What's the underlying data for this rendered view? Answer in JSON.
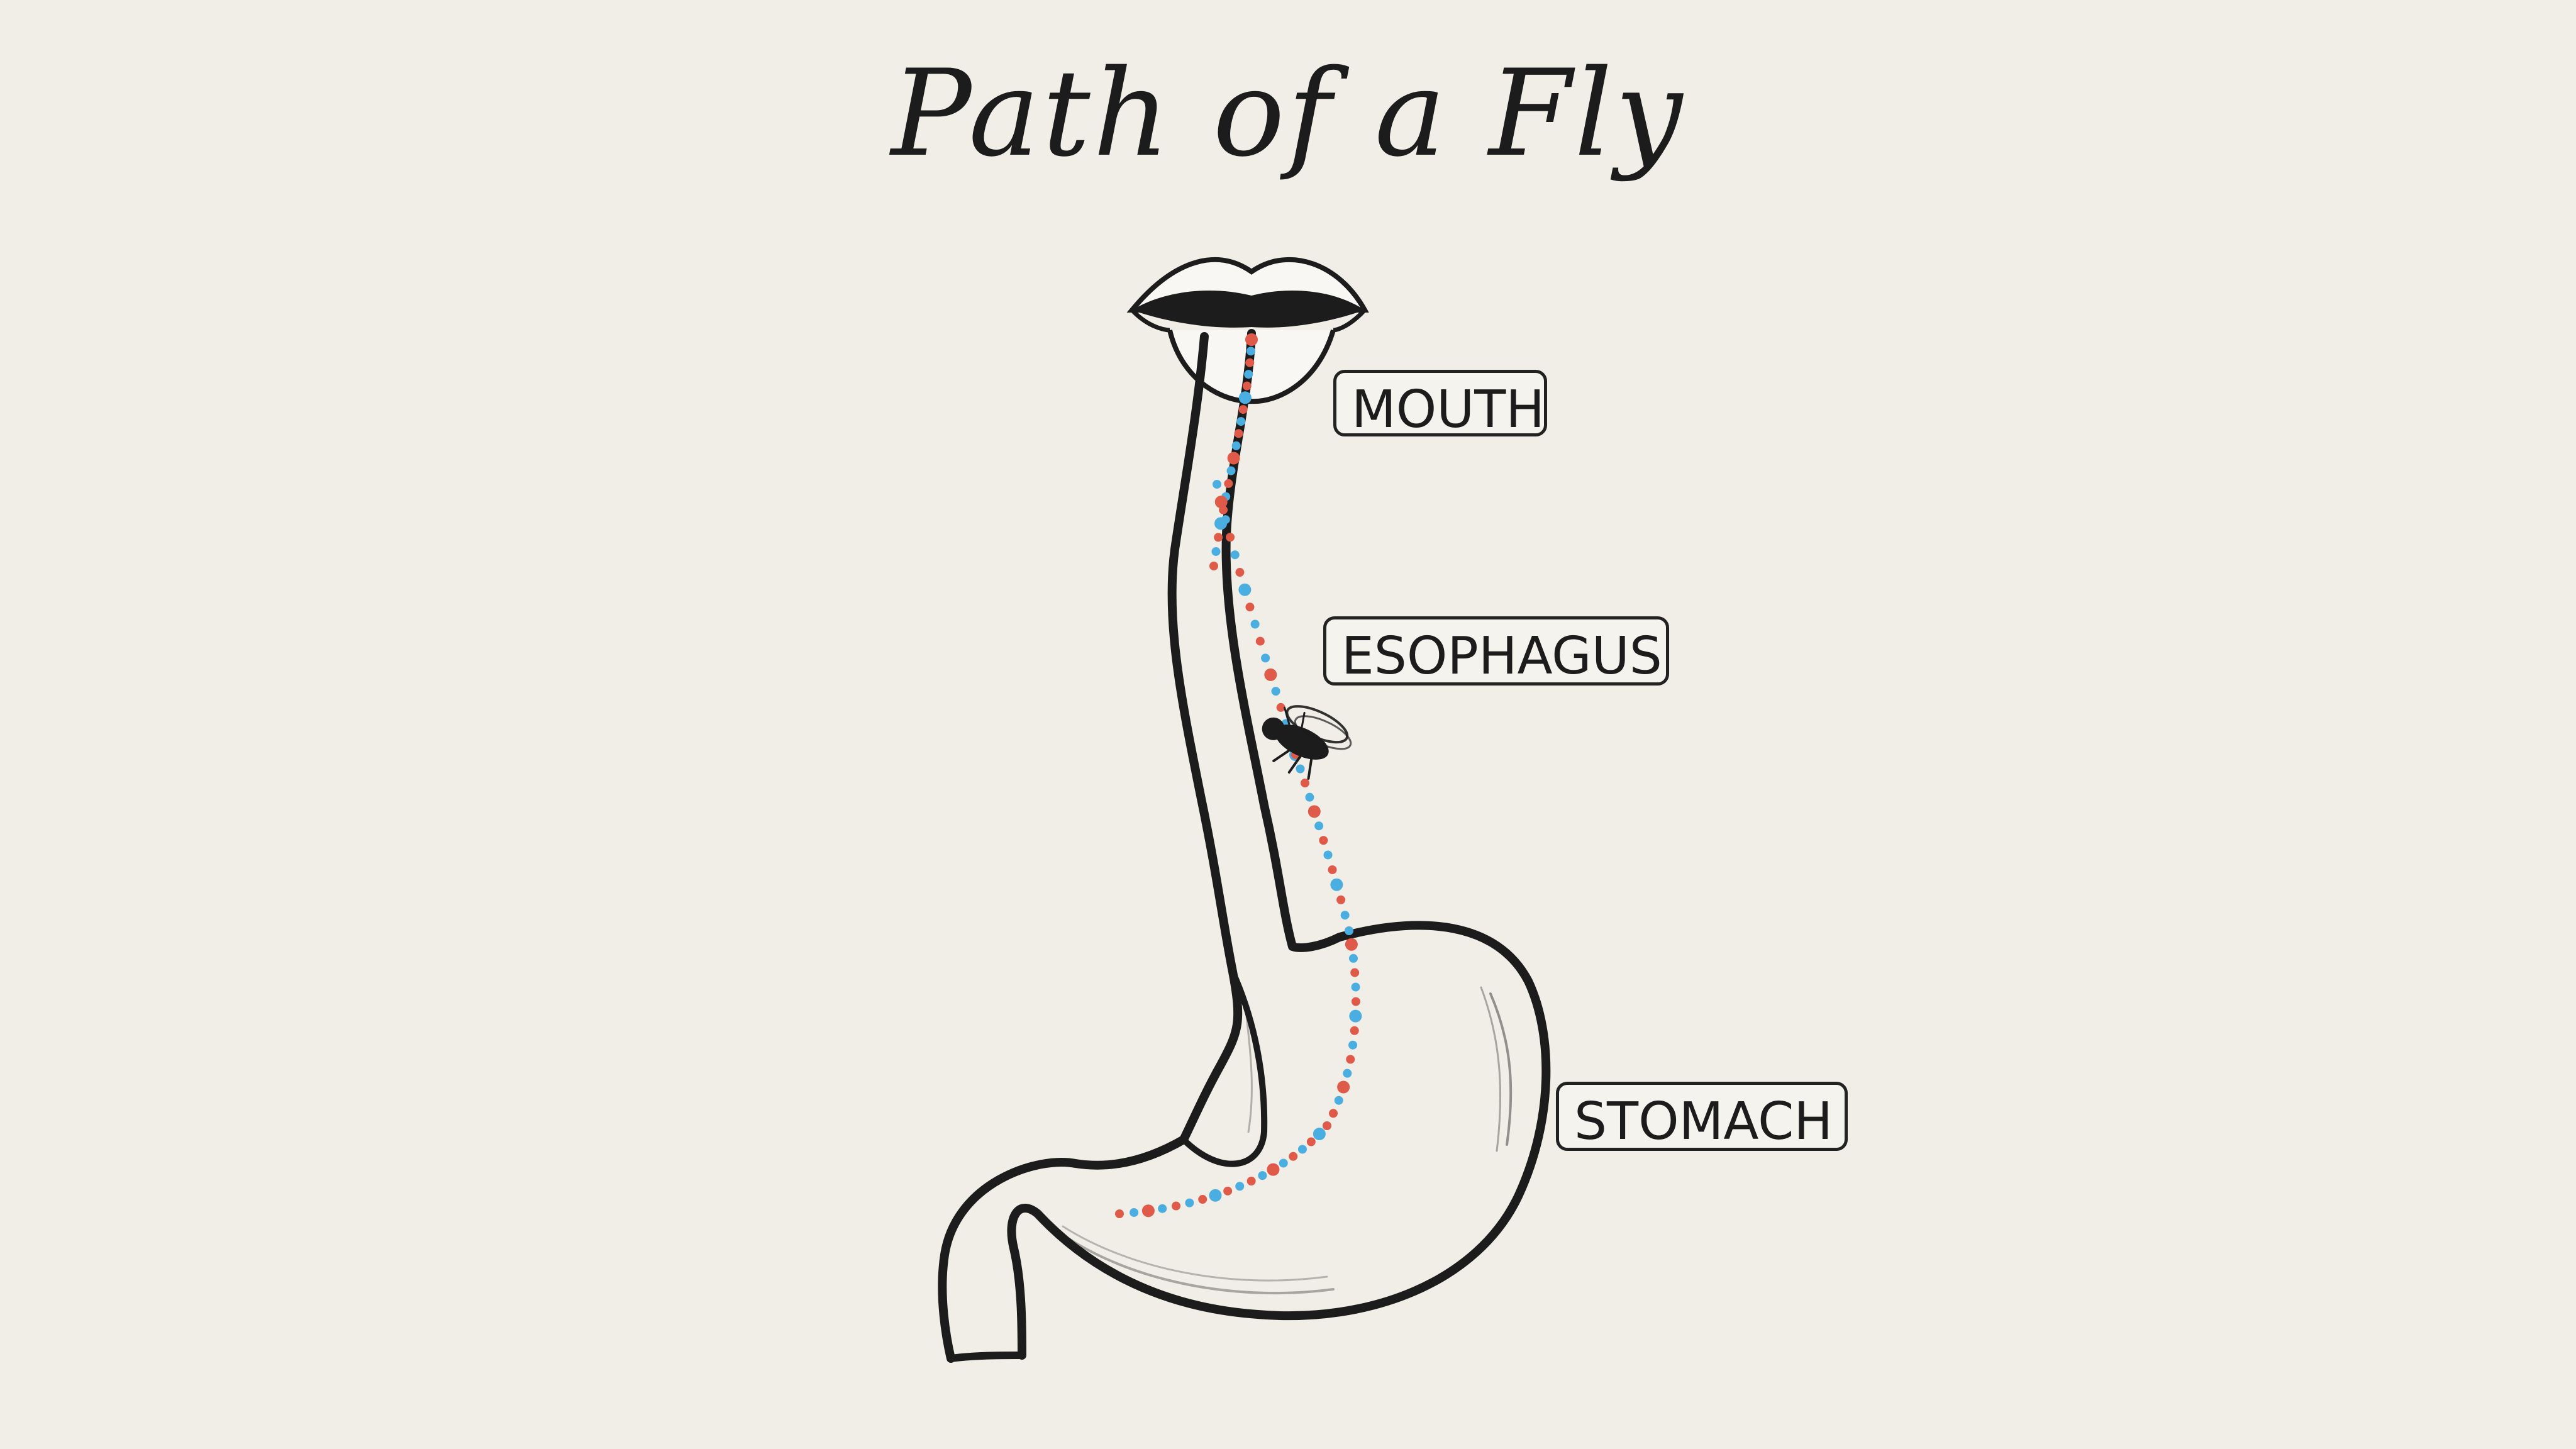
{
  "title": "Path of a Fly",
  "labels": {
    "mouth": "MOUTH",
    "esophagus": "ESOPHAGUS",
    "stomach": "STOMACH"
  },
  "colors": {
    "background": "#f1eee7",
    "ink": "#1c1c1c",
    "path_red": "#e05a4a",
    "path_blue": "#4aaee0"
  },
  "icons": [
    "lips-icon",
    "fly-icon"
  ]
}
